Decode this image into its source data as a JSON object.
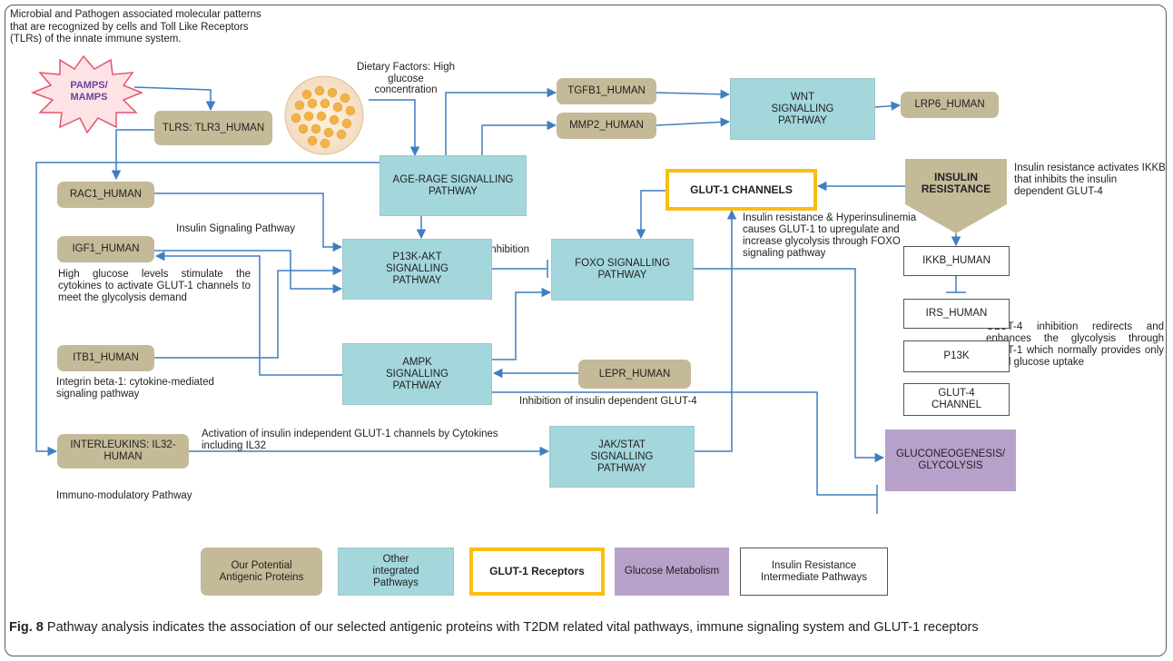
{
  "notes": {
    "tlr_note": "Microbial and Pathogen associated molecular patterns that are recognized by cells and Toll Like Receptors (TLRs) of the innate immune system.",
    "dietary_note": "Dietary Factors: High glucose concentration",
    "insulin_signaling": "Insulin Signaling Pathway",
    "high_glucose_note": "High glucose levels stimulate the cytokines to activate GLUT-1 channels to meet the glycolysis demand",
    "integrin_note": "Integrin beta-1: cytokine-mediated signaling pathway",
    "immuno_note": "Immuno-modulatory Pathway",
    "inhibition": "Inhibition",
    "cytokine_activation": "Activation of insulin independent GLUT-1 channels by Cytokines including IL32",
    "inhibition_glut4": "Inhibition of insulin dependent GLUT-4",
    "hyperinsulinemia_note": "Insulin resistance & Hyperinsulinemia causes GLUT-1 to upregulate and increase glycolysis through FOXO signaling pathway",
    "ikkb_note": "Insulin resistance activates IKKB that inhibits the insulin dependent GLUT-4",
    "glut4_note": "GLUT-4 inhibition redirects and enhances the glycolysis through GLUT-1 which normally provides only basal glucose uptake"
  },
  "nodes": {
    "pamps": "PAMPS/ MAMPS",
    "tlrs": "TLRS: TLR3_HUMAN",
    "rac1": "RAC1_HUMAN",
    "igf1": "IGF1_HUMAN",
    "itb1": "ITB1_HUMAN",
    "interleukins": "INTERLEUKINS: IL32-HUMAN",
    "age_rage": "AGE-RAGE SIGNALLING PATHWAY",
    "p13k_akt": "P13K-AKT SIGNALLING PATHWAY",
    "ampk": "AMPK SIGNALLING PATHWAY",
    "jak_stat": "JAK/STAT SIGNALLING PATHWAY",
    "foxo": "FOXO SIGNALLING PATHWAY",
    "tgfb1": "TGFB1_HUMAN",
    "mmp2": "MMP2_HUMAN",
    "wnt": "WNT SIGNALLING PATHWAY",
    "lrp6": "LRP6_HUMAN",
    "glut1": "GLUT-1 CHANNELS",
    "insulin_resistance": "INSULIN RESISTANCE",
    "ikkb": "IKKB_HUMAN",
    "irs": "IRS_HUMAN",
    "p13k": "P13K",
    "glut4": "GLUT-4 CHANNEL",
    "lepr": "LEPR_HUMAN",
    "gluconeogenesis": "GLUCONEOGENESIS/ GLYCOLYSIS"
  },
  "legend": {
    "antigenic": "Our Potential Antigenic Proteins",
    "integrated": "Other integrated Pathways",
    "glut1_receptors": "GLUT-1 Receptors",
    "glucose_metabolism": "Glucose Metabolism",
    "intermediate": "Insulin Resistance Intermediate Pathways"
  },
  "caption": {
    "label": "Fig. 8",
    "text": " Pathway analysis indicates the association of our selected antigenic proteins with T2DM related vital pathways, immune signaling system and GLUT-1 receptors"
  },
  "colors": {
    "protein": "#c5ba98",
    "pathway": "#a3d7dc",
    "glut1_border": "#f8be12",
    "metabolism": "#b7a1cb",
    "arrow": "#3f7fbf"
  }
}
